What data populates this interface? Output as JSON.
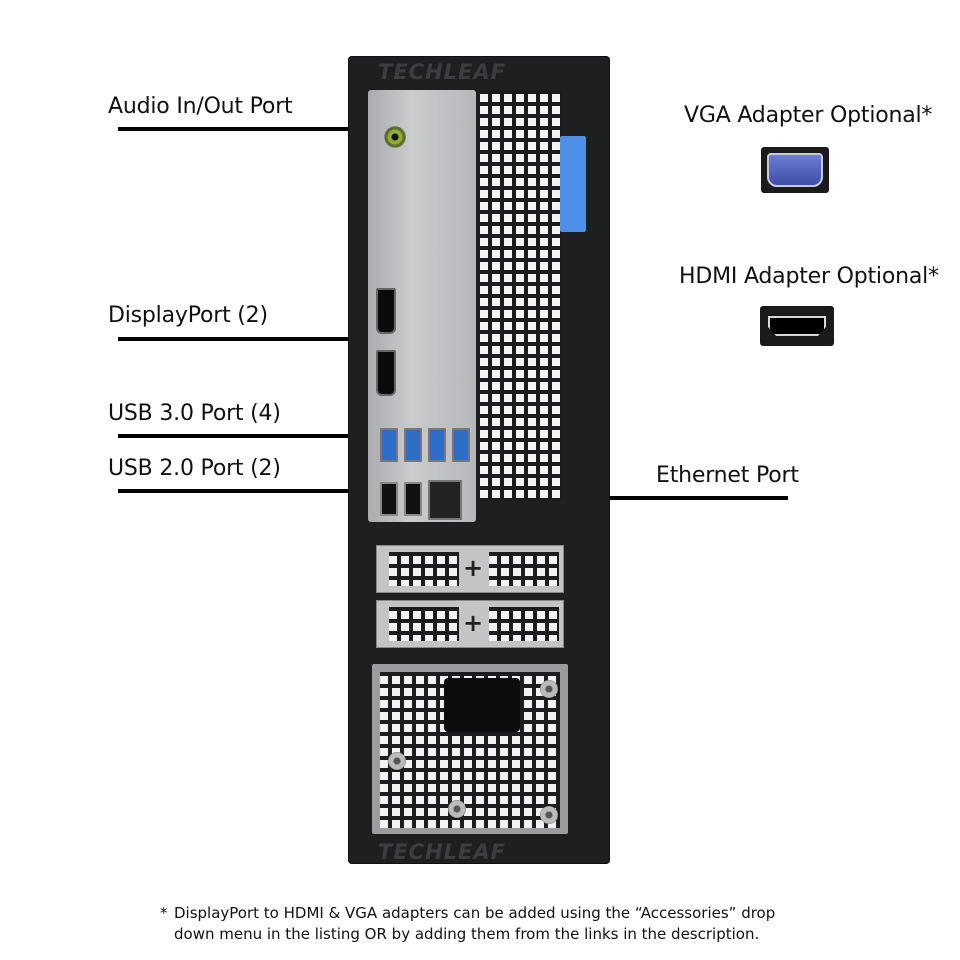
{
  "labels": {
    "audio": "Audio In/Out Port",
    "displayport": "DisplayPort (2)",
    "usb3": "USB 3.0 Port (4)",
    "usb2": "USB 2.0 Port (2)",
    "ethernet": "Ethernet Port",
    "vga": "VGA Adapter Optional*",
    "hdmi": "HDMI Adapter Optional*"
  },
  "brand": {
    "watermark": "TECHLEAF"
  },
  "footnote": {
    "star": "*",
    "line1": "DisplayPort to HDMI & VGA adapters can be added using the “Accessories” drop",
    "line2": "down menu in the listing OR by adding them from the links in the description."
  },
  "colors": {
    "usb3_port": "#2d6fc7",
    "audio_jack": "#8fb032",
    "blue_latch": "#4d8ee6",
    "vga_connector": "#5566c4",
    "chassis": "#1e1f21"
  }
}
